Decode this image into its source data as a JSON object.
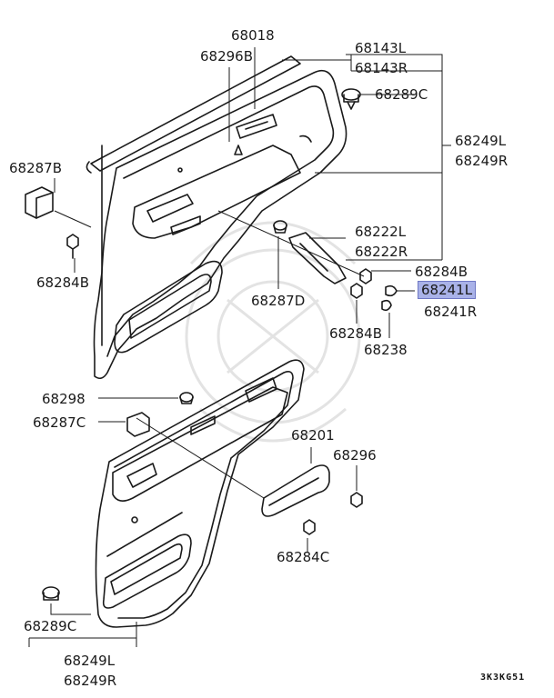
{
  "diagram": {
    "code": "3K3KG51",
    "highlight_color": "#a9b2e8",
    "line_color": "#1a1a1a",
    "watermark_color": "#e6e6e6",
    "labels": {
      "p68018": "68018",
      "p68296B": "68296B",
      "p68143L": "68143L",
      "p68143R": "68143R",
      "p68289C_top": "68289C",
      "p68287B": "68287B",
      "p68249L_right": "68249L",
      "p68249R_right": "68249R",
      "p68222L": "68222L",
      "p68222R": "68222R",
      "p68284B_left": "68284B",
      "p68284B_right": "68284B",
      "p68287D": "68287D",
      "p68241L": "68241L",
      "p68241R": "68241R",
      "p68284B_mid": "68284B",
      "p68238": "68238",
      "p68298": "68298",
      "p68287C": "68287C",
      "p68201": "68201",
      "p68296": "68296",
      "p68284C": "68284C",
      "p68289C_bottom": "68289C",
      "p68249L_bottom": "68249L",
      "p68249R_bottom": "68249R"
    }
  }
}
